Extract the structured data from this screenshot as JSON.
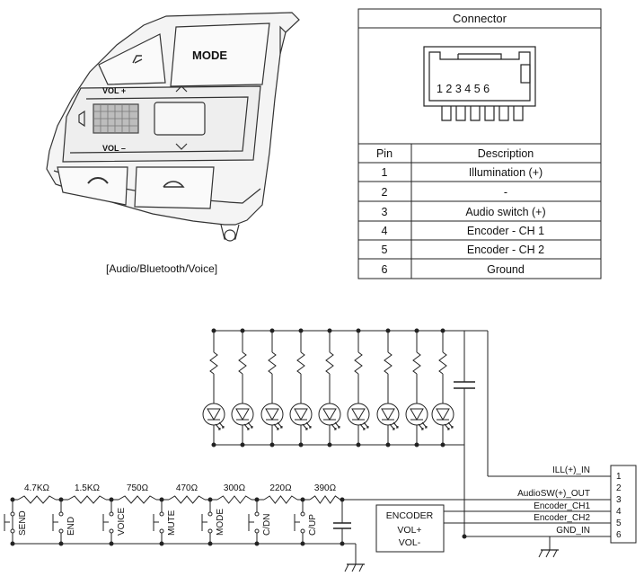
{
  "wheel": {
    "caption": "[Audio/Bluetooth/Voice]",
    "labels": {
      "mode": "MODE",
      "vol_up": "VOL +",
      "vol_down": "VOL –"
    }
  },
  "connector": {
    "title": "Connector",
    "pin_numbers": "1 2 3 4 5 6",
    "columns": [
      "Pin",
      "Description"
    ],
    "rows": [
      {
        "pin": "1",
        "desc": "Illumination (+)"
      },
      {
        "pin": "2",
        "desc": "-"
      },
      {
        "pin": "3",
        "desc": "Audio switch (+)"
      },
      {
        "pin": "4",
        "desc": "Encoder - CH 1"
      },
      {
        "pin": "5",
        "desc": "Encoder - CH 2"
      },
      {
        "pin": "6",
        "desc": "Ground"
      }
    ]
  },
  "schematic": {
    "resistors": [
      "4.7KΩ",
      "1.5KΩ",
      "750Ω",
      "470Ω",
      "300Ω",
      "220Ω",
      "390Ω"
    ],
    "switches": [
      "SEND",
      "END",
      "VOICE",
      "MUTE",
      "MODE",
      "C/DN",
      "C/UP"
    ],
    "encoder": {
      "title": "ENCODER",
      "line1": "VOL+",
      "line2": "VOL-"
    },
    "nets": [
      "ILL(+)_IN",
      "AudioSW(+)_OUT",
      "Encoder_CH1",
      "Encoder_CH2",
      "GND_IN"
    ],
    "pins": [
      "1",
      "2",
      "3",
      "4",
      "5",
      "6"
    ]
  }
}
